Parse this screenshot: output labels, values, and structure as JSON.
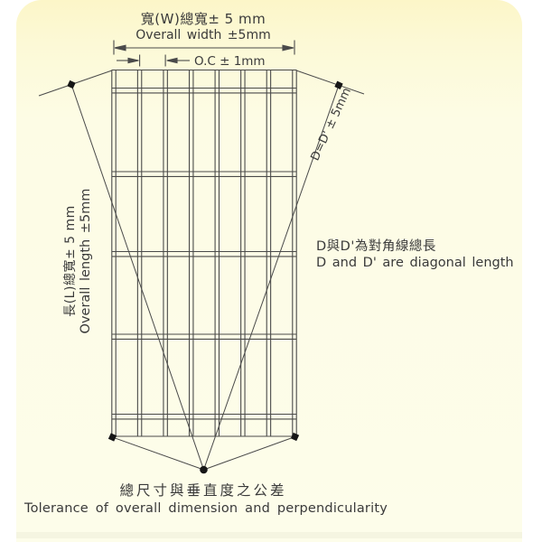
{
  "colors": {
    "panel_top": "#fcf6c8",
    "panel_main": "#fdfdea",
    "line": "#4a4a4a",
    "marker": "#161616",
    "text": "#3a3a3a"
  },
  "annotations": {
    "overall_width": {
      "zh": "寬(W)總寬± 5 mm",
      "en": "Overall width ±5mm"
    },
    "oc_spacing": {
      "label": "O.C ± 1mm"
    },
    "overall_length": {
      "zh": "長(L)總寬± 5 mm",
      "en": "Overall length ±5mm"
    },
    "diagonal": {
      "label": "D=D' ± 5mm",
      "zh": "D與D'為對角線總長",
      "en": "D and D' are diagonal length"
    },
    "footer": {
      "zh": "總尺寸與垂直度之公差",
      "en": "Tolerance of overall dimension and perpendicularity"
    }
  }
}
